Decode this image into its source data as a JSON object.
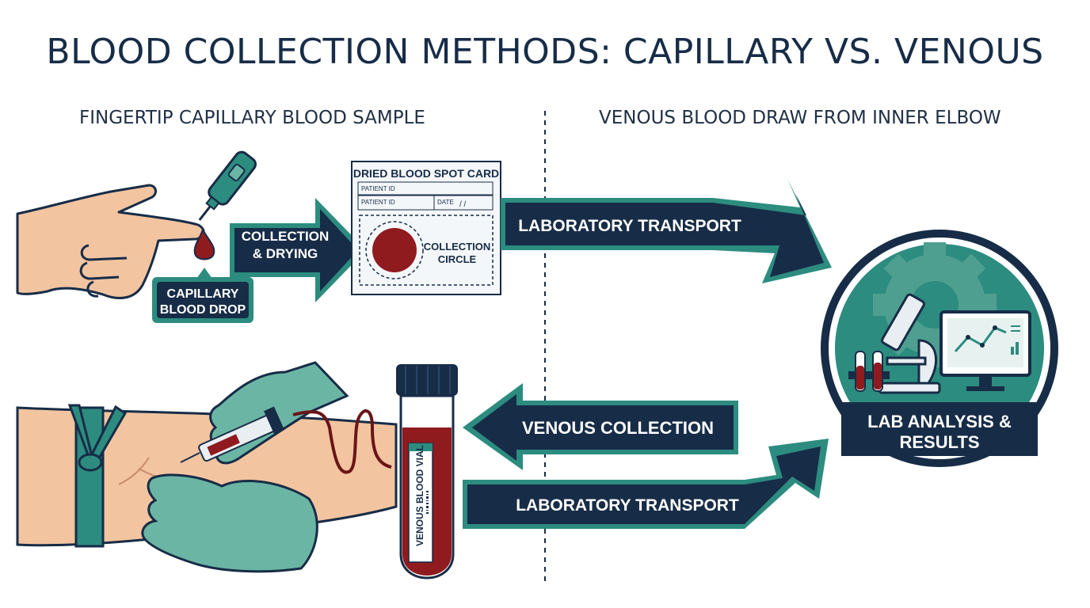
{
  "title": "BLOOD COLLECTION METHODS: CAPILLARY VS. VENOUS",
  "sections": {
    "left": "FINGERTIP CAPILLARY BLOOD SAMPLE",
    "right": "VENOUS BLOOD DRAW FROM INNER ELBOW"
  },
  "capillary": {
    "drop_label_line1": "CAPILLARY",
    "drop_label_line2": "BLOOD DROP",
    "step_line1": "COLLECTION",
    "step_line2": "& DRYING"
  },
  "card": {
    "title": "DRIED BLOOD SPOT CARD",
    "patient_id": "PATIENT ID",
    "patient_id_2": "PATIENT ID",
    "date": "DATE",
    "date_slashes": "/   /",
    "circle_line1": "COLLECTION",
    "circle_line2": "CIRCLE"
  },
  "arrows": {
    "transport_top": "LABORATORY TRANSPORT",
    "venous_collection": "VENOUS COLLECTION",
    "transport_bottom": "LABORATORY TRANSPORT"
  },
  "vial": {
    "label": "VENOUS BLOOD VIAL"
  },
  "lab": {
    "line1": "LAB ANALYSIS &",
    "line2": "RESULTS"
  },
  "colors": {
    "navy": "#172c47",
    "teal": "#2c8c7f",
    "teal_light": "#6bb5a4",
    "blood": "#8f1b1f",
    "skin": "#f2c4a0"
  }
}
